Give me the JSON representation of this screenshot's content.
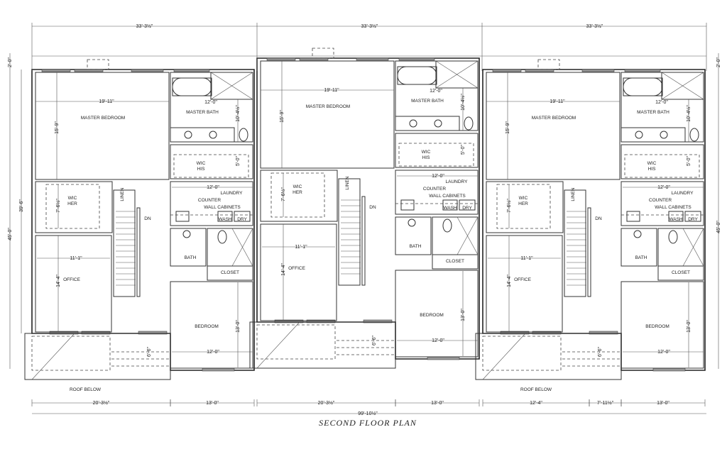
{
  "title": "SECOND FLOOR PLAN",
  "overall_width": "99'-10½\"",
  "top_dims": [
    "33'-3½\"",
    "33'-3½\"",
    "33'-3½\""
  ],
  "left_dims": [
    "2'-0\"",
    "39'-6\"",
    "45'-0\""
  ],
  "right_dims": [
    "2'-0\"",
    "45'-0\""
  ],
  "rooms": {
    "master_bedroom": "MASTER BEDROOM",
    "master_bath": "MASTER BATH",
    "wic_his": [
      "WIC",
      "HIS"
    ],
    "wic_her": [
      "WIC",
      "HER"
    ],
    "linen": "LINEN",
    "dn": "DN",
    "laundry": "LAUNDRY",
    "counter": "COUNTER",
    "wall_cabinets": "WALL CABINETS",
    "wash": "WASH",
    "dry": "DRY",
    "bath": "BATH",
    "closet": "CLOSET",
    "office": "OFFICE",
    "bedroom": "BEDROOM",
    "roof_below": "ROOF BELOW"
  },
  "room_dims": {
    "master_bedroom_w": "19'-11\"",
    "master_bedroom_d": "15'-9\"",
    "master_bath_w": "12'-0\"",
    "master_bath_d": "10'-4½\"",
    "wic_his_d": "5'-0\"",
    "wic_her_d": "7'-6½\"",
    "laundry_w": "12'-0\"",
    "office_w": "11'-1\"",
    "office_d": "14'-4\"",
    "bedroom_d": "13'-0\"",
    "bedroom_w": "12'-0\"",
    "porch_d": "6'-6\""
  },
  "units": [
    {
      "bottom_dims": [
        "20'-3½\"",
        "13'-0\""
      ],
      "roof_below": true
    },
    {
      "bottom_dims": [
        "20'-3½\"",
        "13'-0\""
      ],
      "roof_below": false
    },
    {
      "bottom_dims": [
        "12'-4\"",
        "7'-11½\"",
        "13'-0\""
      ],
      "roof_below": true
    }
  ]
}
